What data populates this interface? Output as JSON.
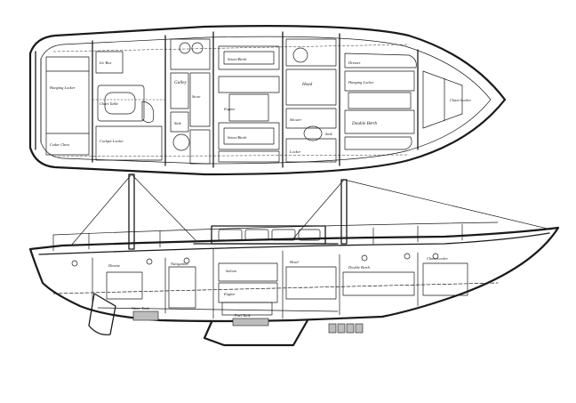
{
  "plan_labels": [
    "Hanging Locker",
    "Cedar Chest",
    "Ice Box",
    "Galley",
    "Sink",
    "Stove",
    "Chart Table",
    "Settee/Berth",
    "Settee/Berth",
    "Head",
    "Shower",
    "Locker",
    "Dresser",
    "Sink",
    "Hanging Locker",
    "Double Berth",
    "Chain Locker",
    "Cockpit Locker",
    "Engine"
  ],
  "profile_labels": [
    "Dinette",
    "Engine",
    "Water Tank",
    "Fuel Tank",
    "Navigation",
    "Saloon",
    "Head",
    "Double Berth",
    "Chain Locker"
  ]
}
